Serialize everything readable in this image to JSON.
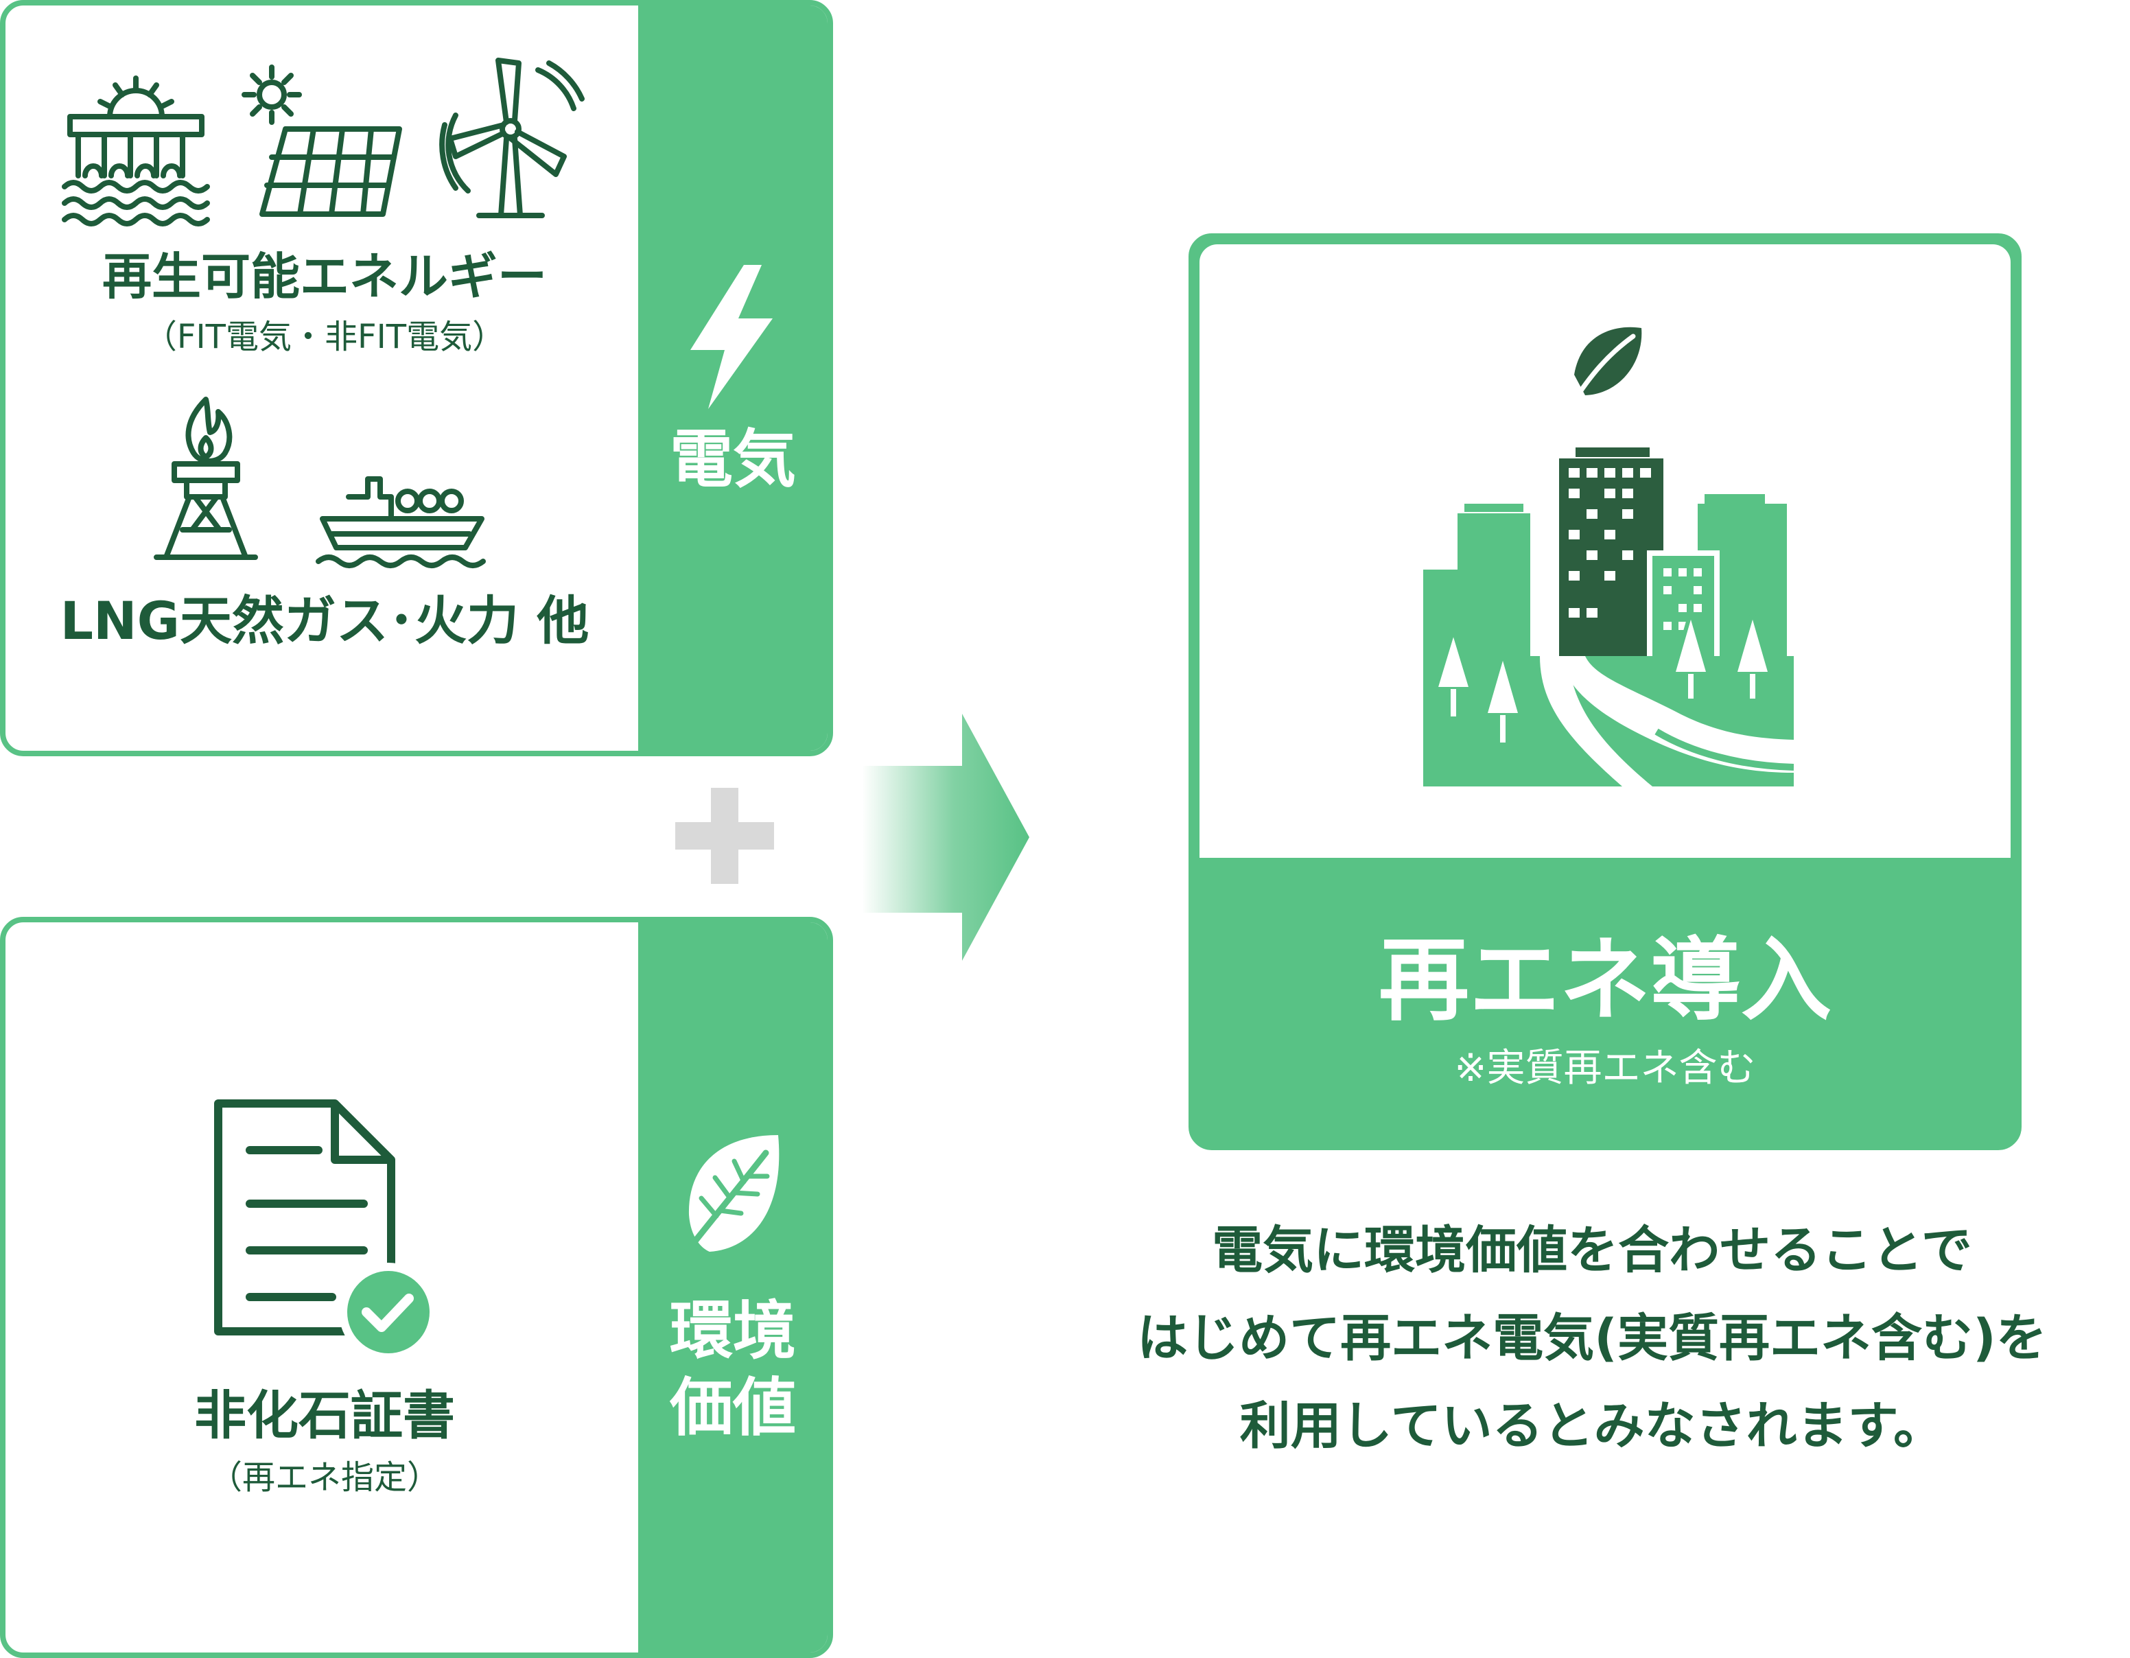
{
  "colors": {
    "accent_green": "#58c285",
    "dark_green": "#1e5b3a",
    "building_dark": "#2c5e3f",
    "arrow_green": "#58c285",
    "plus_gray": "#d9d9d9",
    "white": "#ffffff"
  },
  "electricity_card": {
    "band_label": "電気",
    "band_icon": "lightning-bolt-icon",
    "renewable_title": "再生可能エネルギー",
    "renewable_subtitle": "（FIT電気・非FIT電気）",
    "renewable_icons": [
      "hydro-dam-icon",
      "solar-panel-icon",
      "wind-turbine-icon"
    ],
    "fossil_icons": [
      "gas-flare-tower-icon",
      "lng-tanker-ship-icon"
    ],
    "fossil_title": "LNG天然ガス･火力 他"
  },
  "environment_card": {
    "band_label": "環境\n価値",
    "band_icon": "leaf-icon",
    "doc_icon": "certificate-document-check-icon",
    "title": "非化石証書",
    "subtitle": "（再エネ指定）"
  },
  "plus_icon": "plus-icon",
  "arrow_icon": "right-arrow-icon",
  "result_card": {
    "illustration": "green-city-icon",
    "title": "再エネ導入",
    "note": "※実質再エネ含む"
  },
  "caption": {
    "line1": "電気に環境価値を合わせることで",
    "line2": "はじめて再エネ電気(実質再エネ含む)を",
    "line3": "利用しているとみなされます。"
  }
}
